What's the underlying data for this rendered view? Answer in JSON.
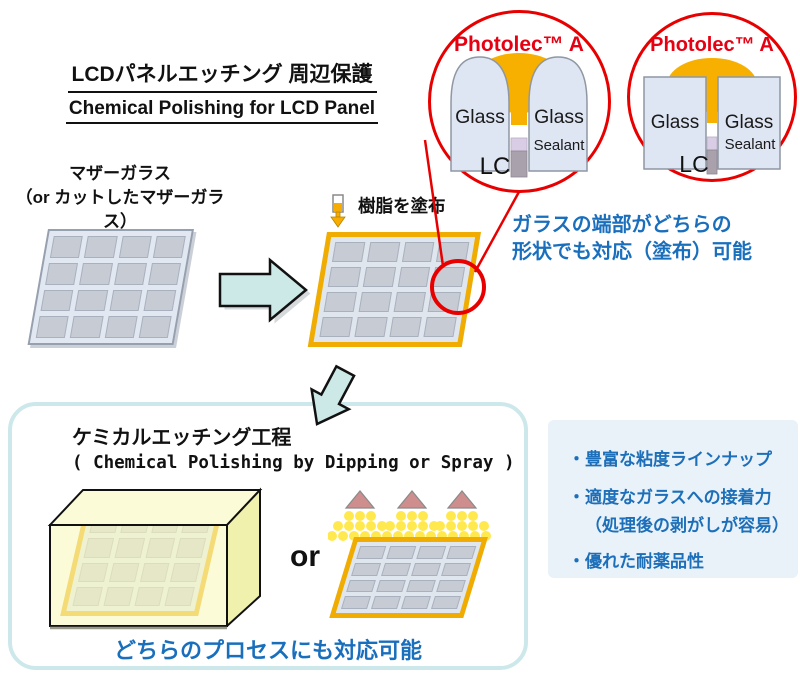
{
  "header": {
    "title_ja": "LCDパネルエッチング 周辺保護",
    "title_en": "Chemical Polishing for LCD Panel"
  },
  "magnifier": {
    "product": "Photolec™ A",
    "glass": "Glass",
    "sealant": "Sealant",
    "lc": "LC",
    "note_line1": "ガラスの端部がどちらの",
    "note_line2": "形状でも対応（塗布）可能"
  },
  "flow": {
    "mother_glass_line1": "マザーガラス",
    "mother_glass_line2": "（or カットしたマザーガラス）",
    "resin_label": "樹脂を塗布"
  },
  "process_box": {
    "title_ja": "ケミカルエッチング工程",
    "title_en": "( Chemical Polishing by Dipping or Spray )",
    "or_label": "or",
    "bottom_note": "どちらのプロセスにも対応可能"
  },
  "features": {
    "item1": "・豊富な粘度ラインナップ",
    "item2": "・適度なガラスへの接着力",
    "item2_sub": "（処理後の剥がしが容易）",
    "item3": "・優れた耐薬品性"
  },
  "colors": {
    "accent_red": "#e60012",
    "accent_blue": "#1a6fbd",
    "resin_orange": "#f8b000",
    "panel_gold": "#f0ac00",
    "glass_fill": "#dee5f3",
    "sealant_lavender": "#d9cde6",
    "sealant_gray": "#a9a1ab",
    "arrow_cyan": "#cde9e7",
    "process_box_border": "#cde8eb",
    "features_bg": "#e9f1f9",
    "tank_yellow": "#f8f8c2"
  }
}
